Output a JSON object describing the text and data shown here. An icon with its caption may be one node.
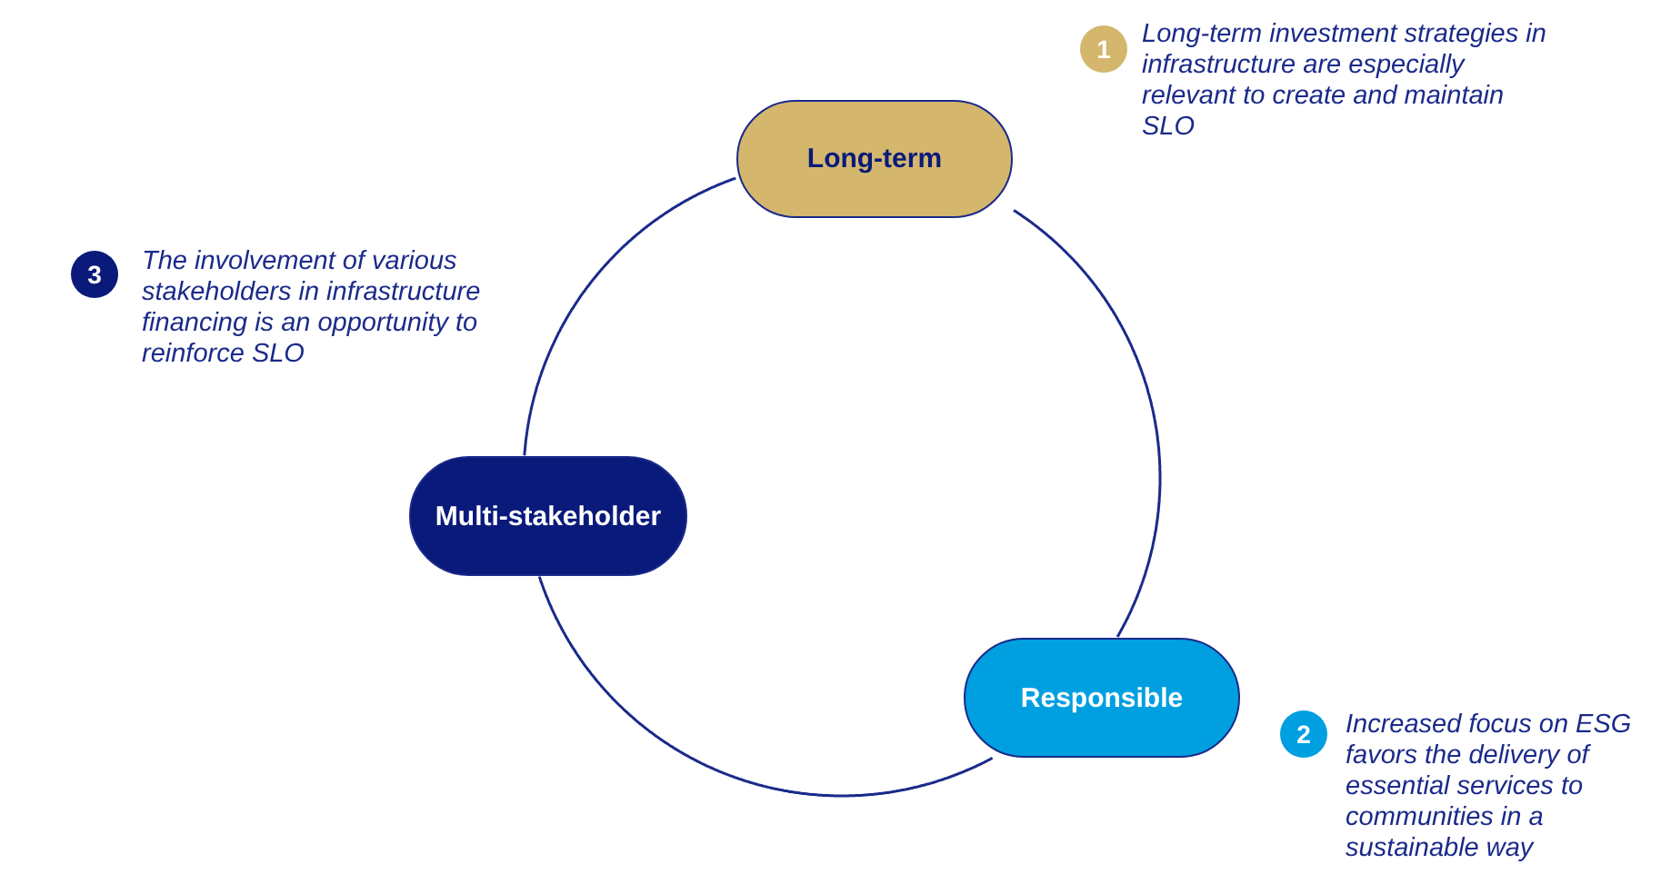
{
  "diagram": {
    "nodes": [
      {
        "text": [
          "Long-term"
        ]
      },
      {
        "text": [
          "Multi-stakeholder"
        ]
      },
      {
        "text": [
          "Responsible"
        ]
      },
      {
        "text": [
          "1"
        ],
        "beside": [
          "Long-term investment strategies in infrastructure are especially relevant to create and maintain SLO"
        ]
      },
      {
        "text": [
          "3"
        ],
        "beside": [
          "The involvement of various stakeholders in infrastructure financing is an opportunity to reinforce SLO"
        ]
      },
      {
        "text": [
          "2"
        ],
        "beside": [
          "Increased focus on ESG favors the delivery of essential services to communities in a sustainable way"
        ]
      }
    ],
    "edges": [
      {
        "from": 0,
        "to": 2,
        "arrow": "none"
      },
      {
        "from": 2,
        "to": 1,
        "arrow": "none"
      },
      {
        "from": 1,
        "to": 0,
        "arrow": "none"
      }
    ]
  }
}
